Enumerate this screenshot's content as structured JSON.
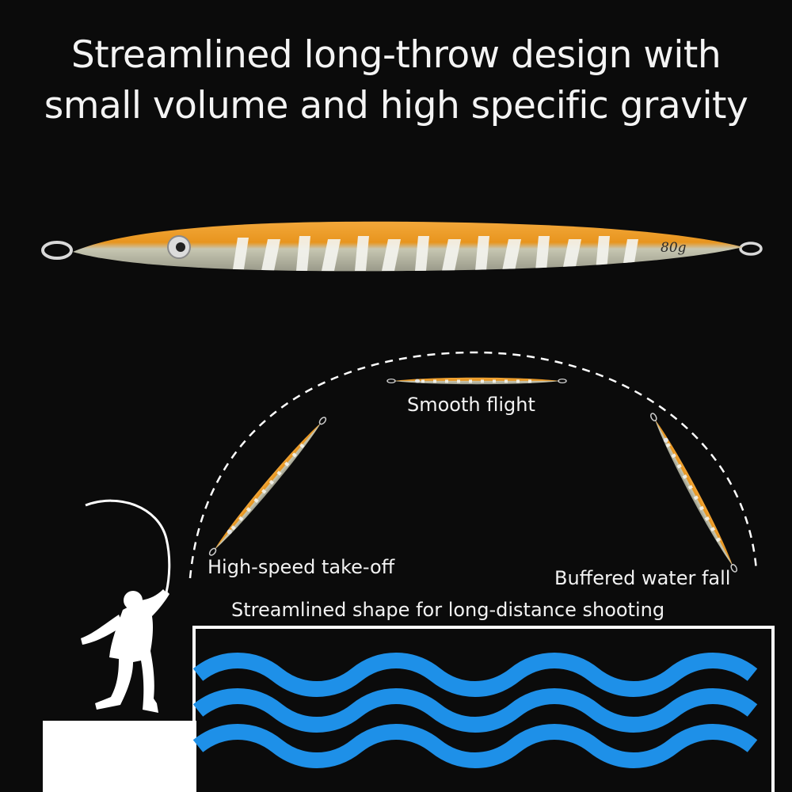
{
  "headline": {
    "line1": "Streamlined long-throw design with",
    "line2": "small volume and high specific gravity"
  },
  "lure": {
    "weight_label": "80g",
    "colors": {
      "back": "#e8951e",
      "belly": "#c9c9b4",
      "stripe": "#f4f4ee",
      "eye": "#d8d8d8"
    }
  },
  "trajectory": {
    "labels": {
      "takeoff": "High-speed take-off",
      "flight": "Smooth flight",
      "fall": "Buffered water fall",
      "caption": "Streamlined shape for long-distance shooting"
    }
  },
  "scene": {
    "water_color": "#1e90e8",
    "wave_rows": 3,
    "icons": [
      "angler-silhouette-icon",
      "pier-block-icon"
    ]
  }
}
